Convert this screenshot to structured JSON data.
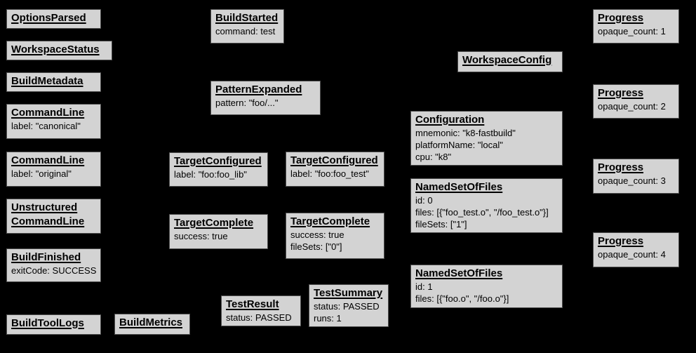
{
  "diagram": {
    "background_color": "#000000",
    "node_fill_color": "#d3d3d3",
    "node_border_color": "#4f4f4f",
    "text_color": "#000000",
    "nodes": [
      {
        "title": "OptionsParsed",
        "lines": []
      },
      {
        "title": "WorkspaceStatus",
        "lines": []
      },
      {
        "title": "BuildMetadata",
        "lines": []
      },
      {
        "title": "CommandLine",
        "lines": [
          "label: \"canonical\""
        ]
      },
      {
        "title": "CommandLine",
        "lines": [
          "label: \"original\""
        ]
      },
      {
        "title": "Unstructured",
        "title2": "CommandLine",
        "lines": []
      },
      {
        "title": "BuildFinished",
        "lines": [
          "exitCode: SUCCESS"
        ]
      },
      {
        "title": "BuildToolLogs",
        "lines": []
      },
      {
        "title": "BuildMetrics",
        "lines": []
      },
      {
        "title": "BuildStarted",
        "lines": [
          "command: test"
        ]
      },
      {
        "title": "PatternExpanded",
        "lines": [
          "pattern: \"foo/...\""
        ]
      },
      {
        "title": "TargetConfigured",
        "lines": [
          "label: \"foo:foo_lib\""
        ]
      },
      {
        "title": "TargetConfigured",
        "lines": [
          "label: \"foo:foo_test\""
        ]
      },
      {
        "title": "TargetComplete",
        "lines": [
          "success: true"
        ]
      },
      {
        "title": "TargetComplete",
        "lines": [
          "success: true",
          "fileSets: [\"0\"]"
        ]
      },
      {
        "title": "TestResult",
        "lines": [
          "status: PASSED"
        ]
      },
      {
        "title": "TestSummary",
        "lines": [
          "status: PASSED",
          "runs: 1"
        ]
      },
      {
        "title": "WorkspaceConfig",
        "lines": []
      },
      {
        "title": "Configuration",
        "lines": [
          "mnemonic: \"k8-fastbuild\"",
          "platformName: \"local\"",
          "cpu: \"k8\""
        ]
      },
      {
        "title": "NamedSetOfFiles",
        "lines": [
          "id: 0",
          "files: [{\"foo_test.o\", \"/foo_test.o\"}]",
          "fileSets: [\"1\"]"
        ]
      },
      {
        "title": "NamedSetOfFiles",
        "lines": [
          "id: 1",
          "files: [{\"foo.o\", \"/foo.o\"}]"
        ]
      },
      {
        "title": "Progress",
        "lines": [
          "opaque_count: 1"
        ]
      },
      {
        "title": "Progress",
        "lines": [
          "opaque_count: 2"
        ]
      },
      {
        "title": "Progress",
        "lines": [
          "opaque_count: 3"
        ]
      },
      {
        "title": "Progress",
        "lines": [
          "opaque_count: 4"
        ]
      }
    ]
  }
}
